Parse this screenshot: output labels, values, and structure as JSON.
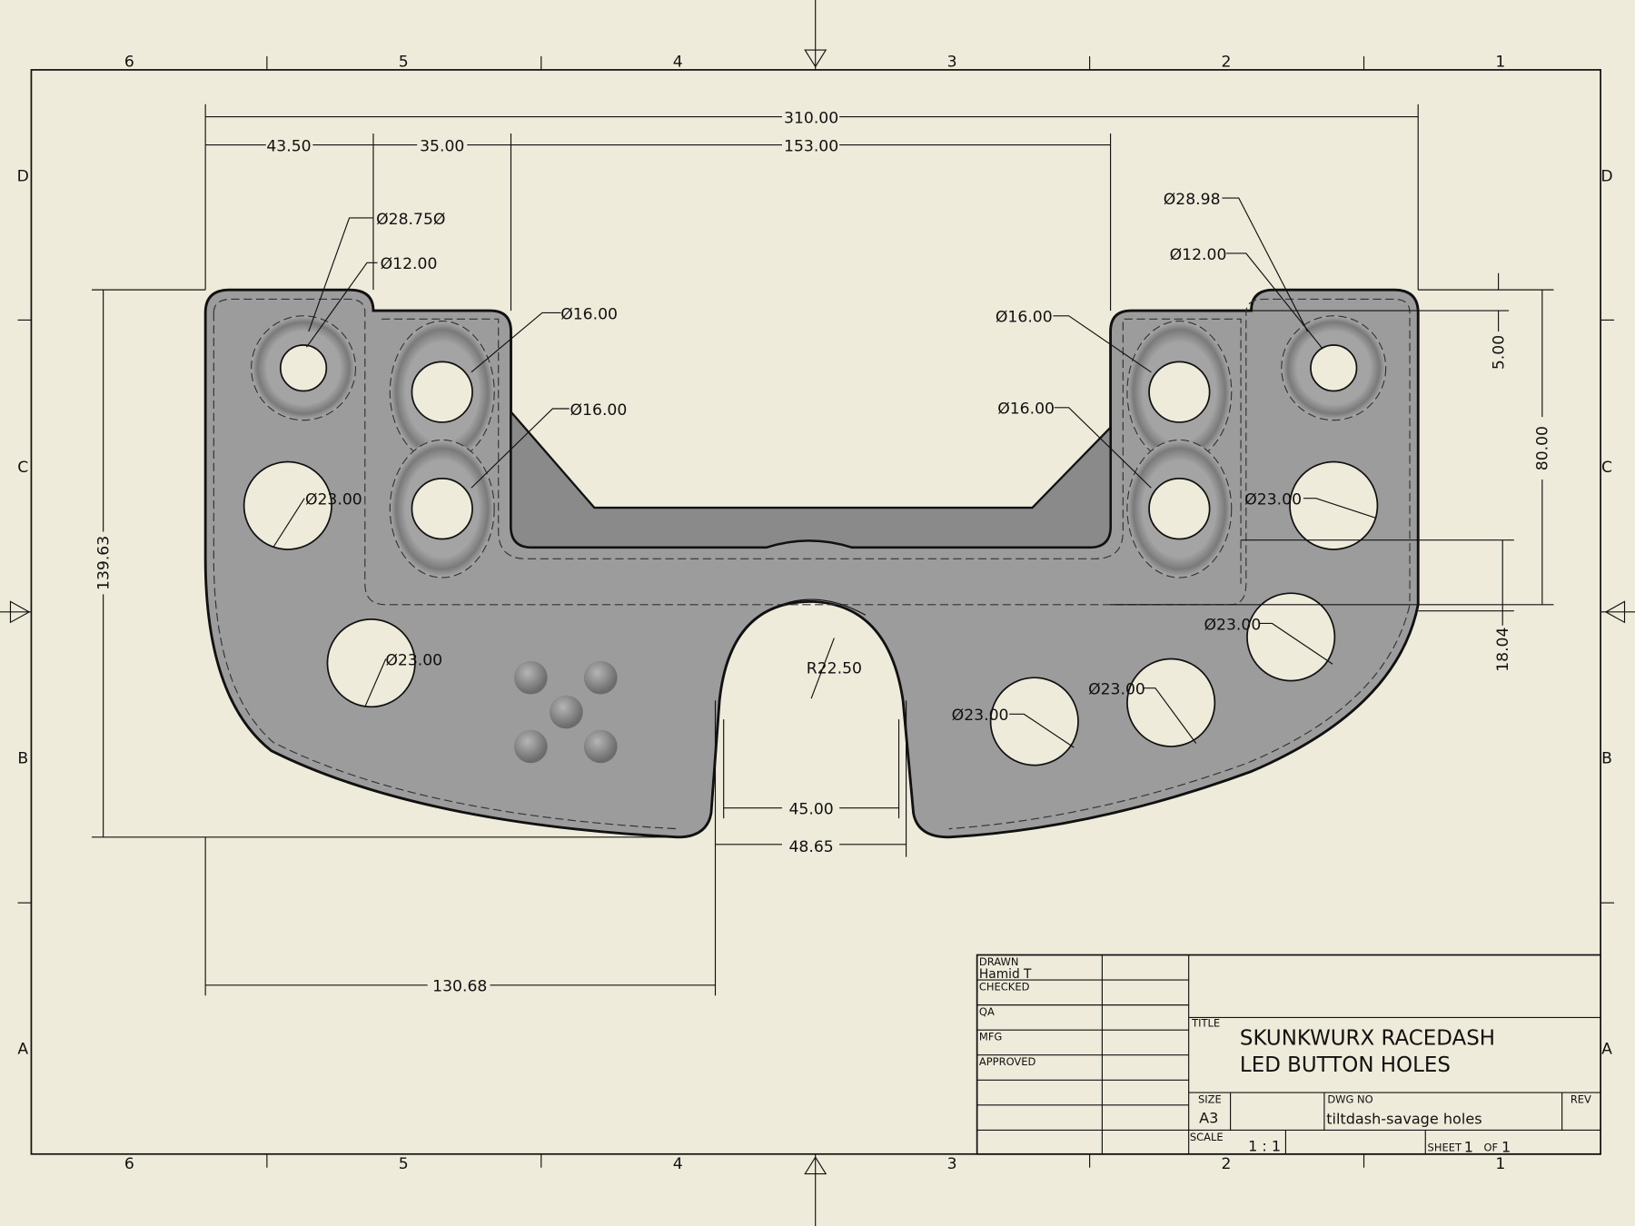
{
  "zones": {
    "columns": [
      "6",
      "5",
      "4",
      "3",
      "2",
      "1"
    ],
    "rows": [
      "D",
      "C",
      "B",
      "A"
    ]
  },
  "dimensions": {
    "overall_width": "310.00",
    "left_tab_width": "43.50",
    "second_tab_width": "35.00",
    "inner_width": "153.00",
    "left_outer_ring": "Ø28.75Ø",
    "left_small_hole": "Ø12.00",
    "left_upper_16": "Ø16.00",
    "left_lower_16": "Ø16.00",
    "right_outer_ring": "Ø28.98",
    "right_small_hole": "Ø12.00",
    "right_upper_16": "Ø16.00",
    "right_lower_16": "Ø16.00",
    "left_23_a": "Ø23.00",
    "left_23_b": "Ø23.00",
    "right_23_a": "Ø23.00",
    "right_23_b": "Ø23.00",
    "right_23_c": "Ø23.00",
    "right_23_d": "Ø23.00",
    "overall_height": "139.63",
    "step_height": "5.00",
    "tab_height": "80.00",
    "lower_offset": "18.04",
    "notch_radius": "R22.50",
    "notch_inner": "45.00",
    "notch_outer": "48.65",
    "left_to_notch": "130.68"
  },
  "title_block": {
    "drawn_label": "DRAWN",
    "drawn_by": "Hamid T",
    "checked_label": "CHECKED",
    "qa_label": "QA",
    "mfg_label": "MFG",
    "approved_label": "APPROVED",
    "title_label": "TITLE",
    "title_line1": "SKUNKWURX RACEDASH",
    "title_line2": "LED BUTTON HOLES",
    "size_label": "SIZE",
    "size": "A3",
    "dwg_no_label": "DWG NO",
    "dwg_no": "tiltdash-savage holes",
    "rev_label": "REV",
    "scale_label": "SCALE",
    "scale": "1 : 1",
    "sheet_label": "SHEET",
    "sheet": "1",
    "of_label": "OF",
    "sheet_total": "1"
  },
  "colors": {
    "paper": "#EFEBDA",
    "part": "#9c9c9c"
  }
}
